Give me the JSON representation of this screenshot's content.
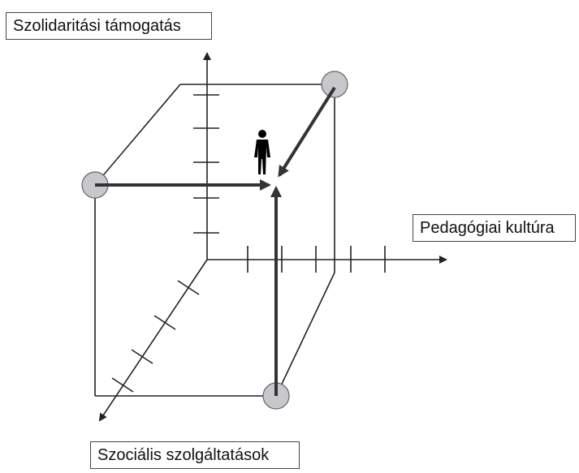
{
  "labels": {
    "vertical_axis": "Szolidaritási támogatás",
    "horizontal_axis": "Pedagógiai kultúra",
    "depth_axis": "Szociális szolgáltatások"
  },
  "icons": {
    "figure": "person-icon",
    "vertex_markers": "circle-marker"
  },
  "colors": {
    "line": "#222222",
    "thick_arrow": "#444444",
    "circle_fill": "#c8c8cc",
    "circle_stroke": "#666666",
    "figure": "#000000"
  }
}
